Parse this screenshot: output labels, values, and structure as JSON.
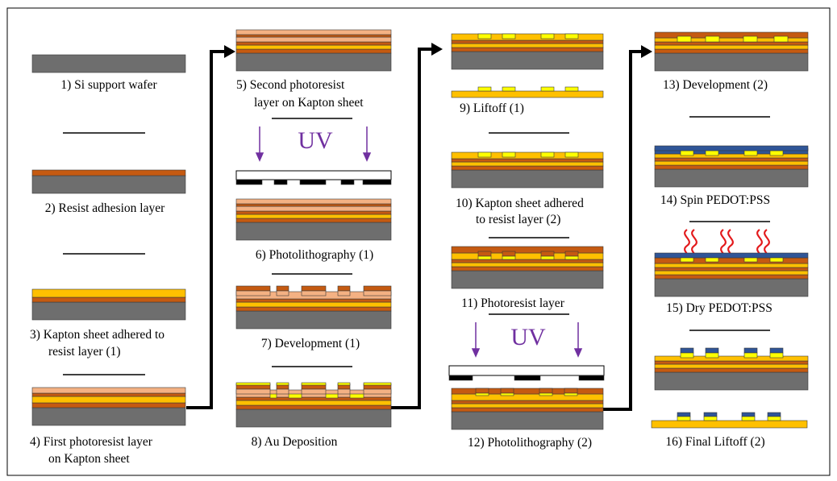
{
  "colors": {
    "wafer": "#6e6e6e",
    "adhesion": "#c55a11",
    "kapton": "#ffc000",
    "photoresist": "#f4b183",
    "gold": "#ffff00",
    "pedot": "#2f5597",
    "uv": "#7030a0",
    "heat": "#e31a1c",
    "mask": "#000000",
    "arrow": "#000000"
  },
  "uv_label": "UV",
  "steps": [
    {
      "id": 1,
      "lines": [
        "1) Si support wafer"
      ]
    },
    {
      "id": 2,
      "lines": [
        "2) Resist adhesion layer"
      ]
    },
    {
      "id": 3,
      "lines": [
        "3) Kapton sheet adhered to",
        "resist layer (1)"
      ]
    },
    {
      "id": 4,
      "lines": [
        "4) First photoresist layer",
        "on Kapton sheet"
      ]
    },
    {
      "id": 5,
      "lines": [
        "5) Second photoresist",
        "layer on Kapton sheet"
      ]
    },
    {
      "id": 6,
      "lines": [
        "6) Photolithography (1)"
      ]
    },
    {
      "id": 7,
      "lines": [
        "7) Development (1)"
      ]
    },
    {
      "id": 8,
      "lines": [
        "8) Au Deposition"
      ]
    },
    {
      "id": 9,
      "lines": [
        "9) Liftoff (1)"
      ]
    },
    {
      "id": 10,
      "lines": [
        "10) Kapton sheet adhered",
        "to resist layer (2)"
      ]
    },
    {
      "id": 11,
      "lines": [
        "11) Photoresist layer"
      ]
    },
    {
      "id": 12,
      "lines": [
        "12) Photolithography (2)"
      ]
    },
    {
      "id": 13,
      "lines": [
        "13) Development (2)"
      ]
    },
    {
      "id": 14,
      "lines": [
        "14) Spin PEDOT:PSS"
      ]
    },
    {
      "id": 15,
      "lines": [
        "15) Dry PEDOT:PSS"
      ]
    },
    {
      "id": 16,
      "lines": [
        "16) Final Liftoff (2)"
      ]
    }
  ]
}
